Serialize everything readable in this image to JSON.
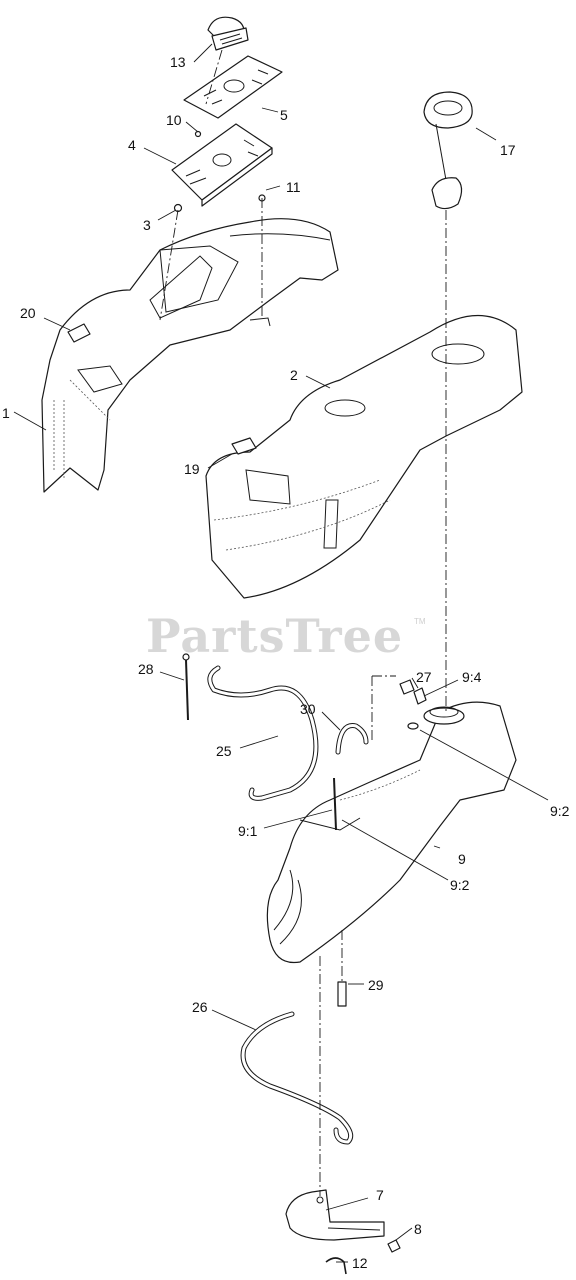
{
  "watermark": {
    "brand": "PartsTree",
    "trademark": "TM"
  },
  "callouts": {
    "c1": "1",
    "c2": "2",
    "c3": "3",
    "c4": "4",
    "c5": "5",
    "c7": "7",
    "c8": "8",
    "c9": "9",
    "c9_1": "9:1",
    "c9_2a": "9:2",
    "c9_2b": "9:2",
    "c9_4": "9:4",
    "c10": "10",
    "c11": "11",
    "c12": "12",
    "c13": "13",
    "c17": "17",
    "c19": "19",
    "c20": "20",
    "c25": "25",
    "c26": "26",
    "c27": "27",
    "c28": "28",
    "c29": "29",
    "c30": "30"
  }
}
